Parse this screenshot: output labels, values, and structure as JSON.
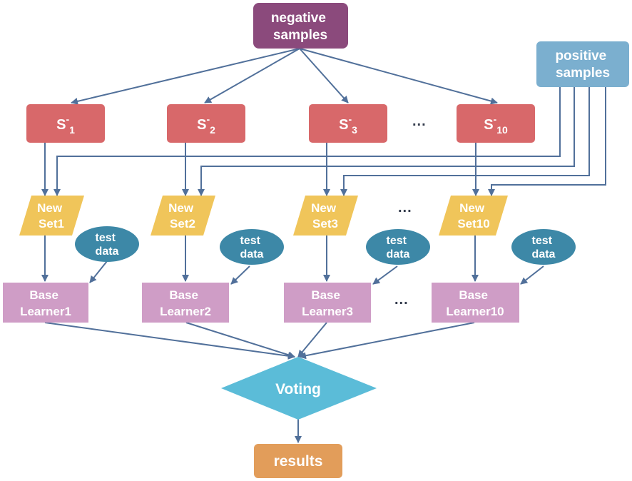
{
  "colors": {
    "negative": "#8b4a7c",
    "positive": "#7bafcf",
    "subset": "#d8686a",
    "newset": "#f0c55a",
    "testdata": "#3d88a7",
    "learner": "#cf9dc6",
    "voting": "#5bbcd8",
    "results": "#e29d5a",
    "arrow": "#51709a"
  },
  "negative": {
    "line1": "negative",
    "line2": "samples"
  },
  "positive": {
    "line1": "positive",
    "line2": "samples"
  },
  "subsets": [
    {
      "base": "S",
      "sup": "-",
      "sub": "1"
    },
    {
      "base": "S",
      "sup": "-",
      "sub": "2"
    },
    {
      "base": "S",
      "sup": "-",
      "sub": "3"
    },
    {
      "base": "S",
      "sup": "-",
      "sub": "10"
    }
  ],
  "new_sets": [
    {
      "line1": "New",
      "line2": "Set1"
    },
    {
      "line1": "New",
      "line2": "Set2"
    },
    {
      "line1": "New",
      "line2": "Set3"
    },
    {
      "line1": "New",
      "line2": "Set10"
    }
  ],
  "test_data": {
    "line1": "test",
    "line2": "data"
  },
  "learners": [
    {
      "line1": "Base",
      "line2": "Learner1"
    },
    {
      "line1": "Base",
      "line2": "Learner2"
    },
    {
      "line1": "Base",
      "line2": "Learner3"
    },
    {
      "line1": "Base",
      "line2": "Learner10"
    }
  ],
  "ellipsis": "...",
  "voting": "Voting",
  "results": "results"
}
